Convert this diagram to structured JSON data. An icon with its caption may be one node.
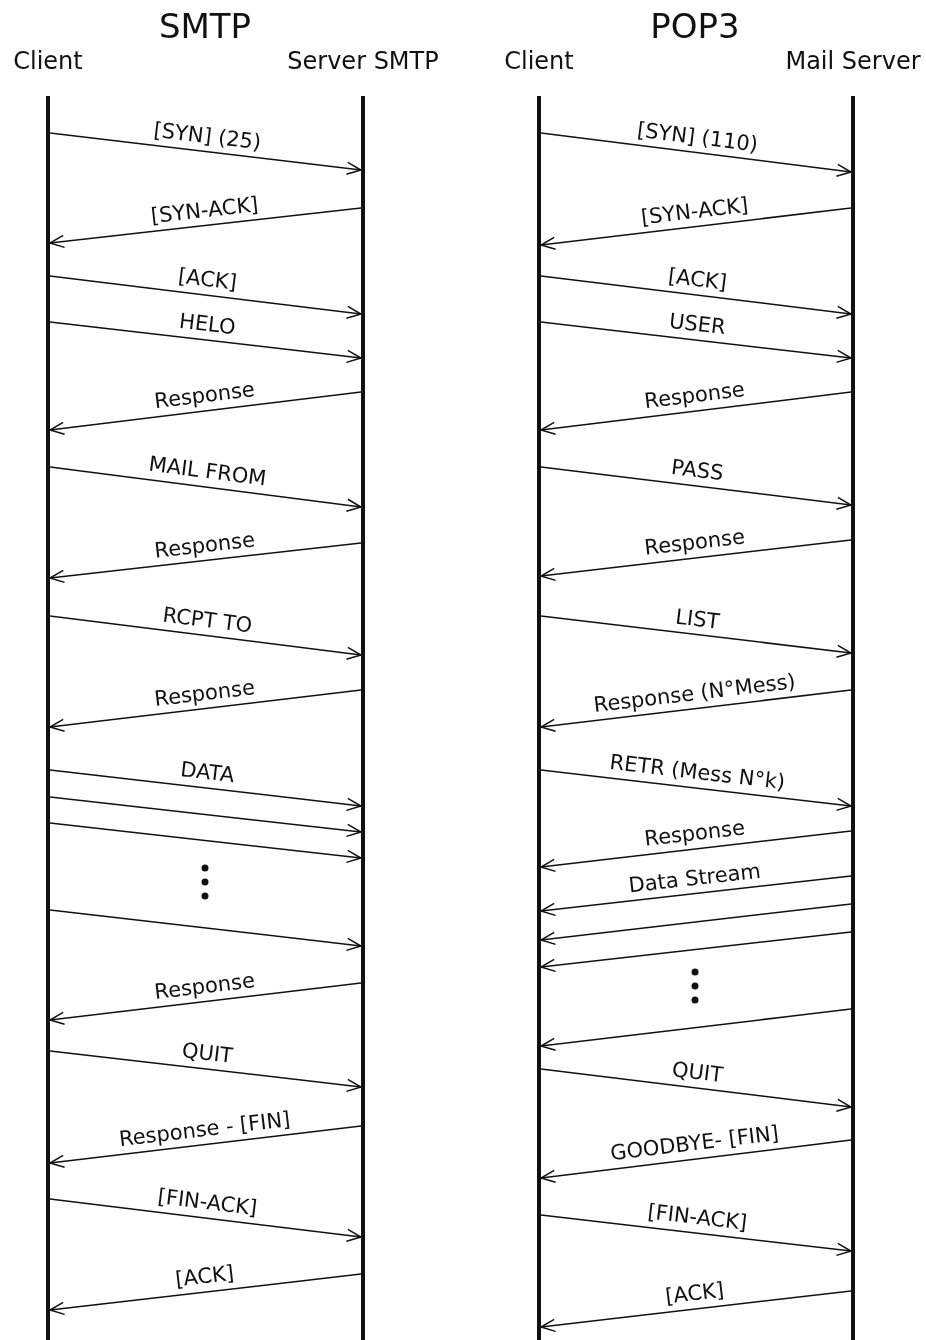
{
  "diagram": {
    "nodes": [
      {
        "text": [
          "Client"
        ]
      },
      {
        "text": [
          "Server SMTP"
        ]
      },
      {
        "text": [
          "Client"
        ]
      },
      {
        "text": [
          "Mail Server"
        ]
      }
    ],
    "edges": [
      {
        "from": 0,
        "to": 1,
        "arrow": "to",
        "label": "[SYN] (25)"
      },
      {
        "from": 1,
        "to": 0,
        "arrow": "to",
        "label": "[SYN-ACK]"
      },
      {
        "from": 0,
        "to": 1,
        "arrow": "to",
        "label": "[ACK]"
      },
      {
        "from": 0,
        "to": 1,
        "arrow": "to",
        "label": "HELO"
      },
      {
        "from": 1,
        "to": 0,
        "arrow": "to",
        "label": "Response"
      },
      {
        "from": 0,
        "to": 1,
        "arrow": "to",
        "label": "MAIL FROM"
      },
      {
        "from": 1,
        "to": 0,
        "arrow": "to",
        "label": "Response"
      },
      {
        "from": 0,
        "to": 1,
        "arrow": "to",
        "label": "RCPT TO"
      },
      {
        "from": 1,
        "to": 0,
        "arrow": "to",
        "label": "Response"
      },
      {
        "from": 0,
        "to": 1,
        "arrow": "to",
        "label": "DATA"
      },
      {
        "from": 0,
        "to": 1,
        "arrow": "to"
      },
      {
        "from": 0,
        "to": 1,
        "arrow": "to"
      },
      {
        "from": 0,
        "to": 1,
        "arrow": "to"
      },
      {
        "from": 1,
        "to": 0,
        "arrow": "to",
        "label": "Response"
      },
      {
        "from": 0,
        "to": 1,
        "arrow": "to",
        "label": "QUIT"
      },
      {
        "from": 1,
        "to": 0,
        "arrow": "to",
        "label": "Response - [FIN]"
      },
      {
        "from": 0,
        "to": 1,
        "arrow": "to",
        "label": "[FIN-ACK]"
      },
      {
        "from": 1,
        "to": 0,
        "arrow": "to",
        "label": "[ACK]"
      },
      {
        "from": 2,
        "to": 3,
        "arrow": "to",
        "label": "[SYN] (110)"
      },
      {
        "from": 3,
        "to": 2,
        "arrow": "to",
        "label": "[SYN-ACK]"
      },
      {
        "from": 2,
        "to": 3,
        "arrow": "to",
        "label": "[ACK]"
      },
      {
        "from": 2,
        "to": 3,
        "arrow": "to",
        "label": "USER"
      },
      {
        "from": 3,
        "to": 2,
        "arrow": "to",
        "label": "Response"
      },
      {
        "from": 2,
        "to": 3,
        "arrow": "to",
        "label": "PASS"
      },
      {
        "from": 3,
        "to": 2,
        "arrow": "to",
        "label": "Response"
      },
      {
        "from": 2,
        "to": 3,
        "arrow": "to",
        "label": "LIST"
      },
      {
        "from": 3,
        "to": 2,
        "arrow": "to",
        "label": "Response (N°Mess)"
      },
      {
        "from": 2,
        "to": 3,
        "arrow": "to",
        "label": "RETR (Mess N°k)"
      },
      {
        "from": 3,
        "to": 2,
        "arrow": "to",
        "label": "Response"
      },
      {
        "from": 3,
        "to": 2,
        "arrow": "to",
        "label": "Data Stream"
      },
      {
        "from": 3,
        "to": 2,
        "arrow": "to"
      },
      {
        "from": 3,
        "to": 2,
        "arrow": "to"
      },
      {
        "from": 3,
        "to": 2,
        "arrow": "to"
      },
      {
        "from": 2,
        "to": 3,
        "arrow": "to",
        "label": "QUIT"
      },
      {
        "from": 3,
        "to": 2,
        "arrow": "to",
        "label": "GOODBYE- [FIN]"
      },
      {
        "from": 2,
        "to": 3,
        "arrow": "to",
        "label": "[FIN-ACK]"
      },
      {
        "from": 3,
        "to": 2,
        "arrow": "to",
        "label": "[ACK]"
      }
    ],
    "labels": [
      "SMTP",
      "POP3"
    ]
  }
}
